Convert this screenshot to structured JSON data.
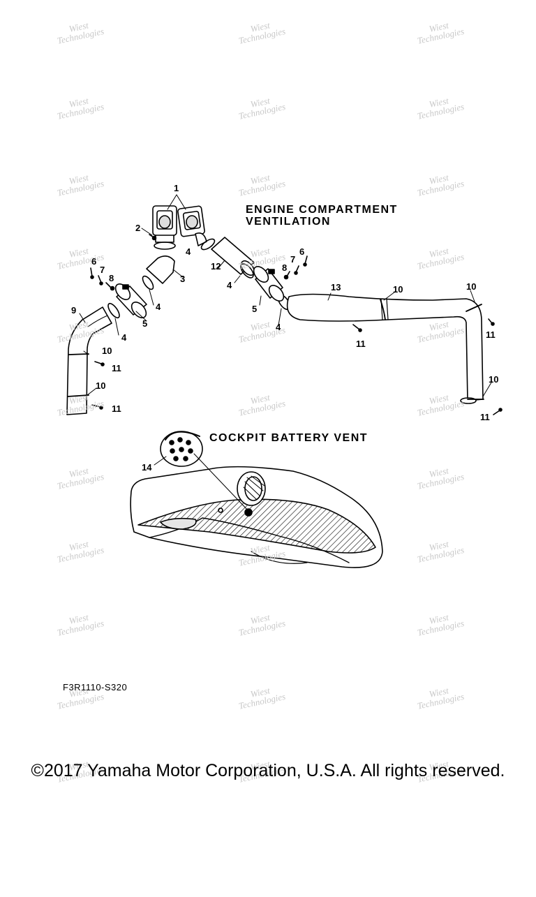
{
  "watermark": {
    "line1": "Wiest",
    "line2": "Technologies"
  },
  "sections": {
    "engine_title_line1": "ENGINE COMPARTMENT",
    "engine_title_line2": "VENTILATION",
    "cockpit_title": "COCKPIT BATTERY VENT"
  },
  "callouts": {
    "c1": "1",
    "c2": "2",
    "c3": "3",
    "c4a": "4",
    "c4b": "4",
    "c4c": "4",
    "c4d": "4",
    "c4e": "4",
    "c5a": "5",
    "c5b": "5",
    "c6a": "6",
    "c6b": "6",
    "c7a": "7",
    "c7b": "7",
    "c8a": "8",
    "c8b": "8",
    "c9": "9",
    "c10a": "10",
    "c10b": "10",
    "c10c": "10",
    "c10d": "10",
    "c10e": "10",
    "c11a": "11",
    "c11b": "11",
    "c11c": "11",
    "c11d": "11",
    "c11e": "11",
    "c12": "12",
    "c13": "13",
    "c14": "14"
  },
  "diagram_code": "F3R1110-S320",
  "copyright": "©2017 Yamaha Motor Corporation, U.S.A. All rights reserved."
}
